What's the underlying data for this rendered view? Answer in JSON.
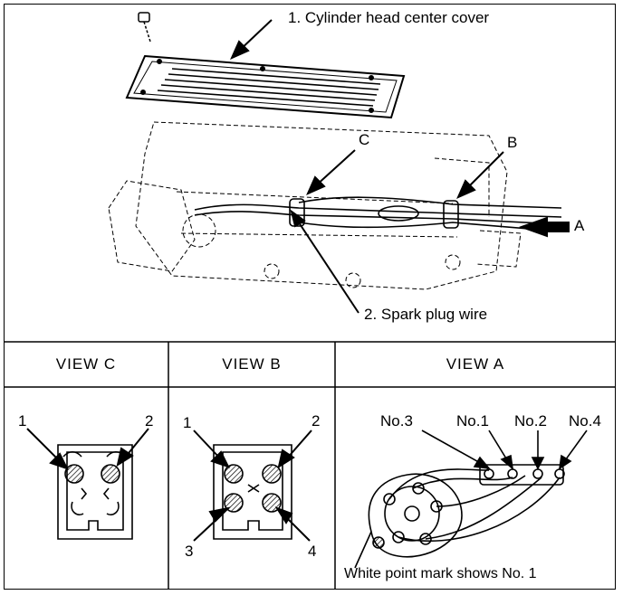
{
  "top": {
    "part1_label": "1. Cylinder head center cover",
    "part2_label": "2. Spark plug wire",
    "arrow_c": "C",
    "arrow_b": "B",
    "arrow_a": "A"
  },
  "view_c": {
    "title": "VIEW C",
    "label_1": "1",
    "label_2": "2"
  },
  "view_b": {
    "title": "VIEW B",
    "label_1": "1",
    "label_2": "2",
    "label_3": "3",
    "label_4": "4"
  },
  "view_a": {
    "title": "VIEW A",
    "no3": "No.3",
    "no1": "No.1",
    "no2": "No.2",
    "no4": "No.4",
    "note": "White point mark shows No. 1"
  }
}
